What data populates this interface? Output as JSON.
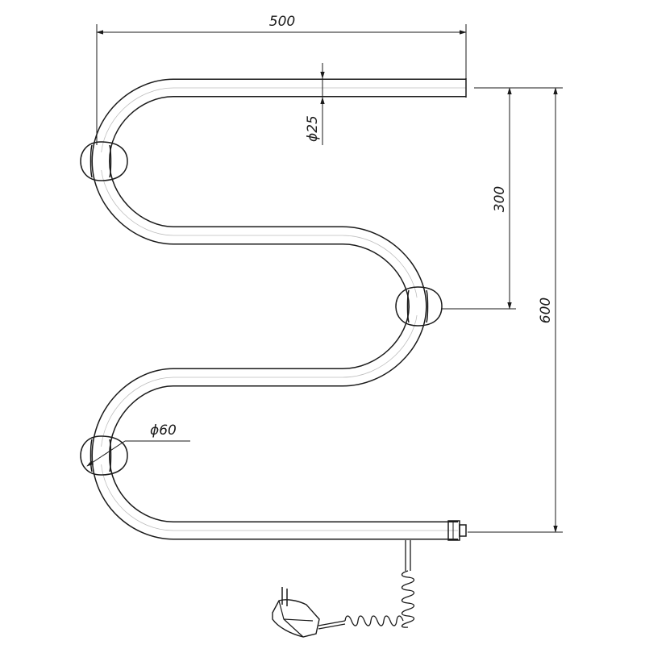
{
  "dimensions": {
    "width_label": "500",
    "pitch_label": "300",
    "height_label": "600",
    "pipe_diameter_label": "ϕ25",
    "mount_diameter_label": "ϕ60"
  },
  "colors": {
    "line": "#1a1a1a",
    "pipe_fill": "#ffffff",
    "background": "#ffffff"
  }
}
